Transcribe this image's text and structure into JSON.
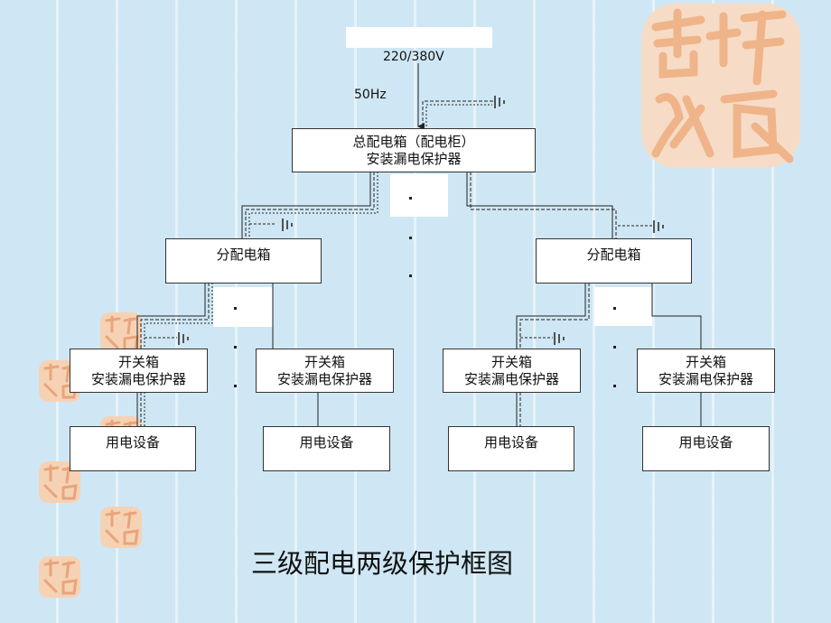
{
  "supply": {
    "voltage": "220/380V",
    "frequency": "50Hz"
  },
  "main_box": {
    "line1": "总配电箱（配电柜）",
    "line2": "安装漏电保护器"
  },
  "distribution_boxes": [
    {
      "label": "分配电箱"
    },
    {
      "label": "分配电箱"
    }
  ],
  "switch_boxes": [
    {
      "line1": "开关箱",
      "line2": "安装漏电保护器"
    },
    {
      "line1": "开关箱",
      "line2": "安装漏电保护器"
    },
    {
      "line1": "开关箱",
      "line2": "安装漏电保护器"
    },
    {
      "line1": "开关箱",
      "line2": "安装漏电保护器"
    }
  ],
  "equipment_boxes": [
    {
      "label": "用电设备"
    },
    {
      "label": "用电设备"
    },
    {
      "label": "用电设备"
    },
    {
      "label": "用电设备"
    }
  ],
  "caption": "三级配电两级保护框图",
  "colors": {
    "background": "#cfe7f4",
    "seal": "#f3c9a6",
    "box_border": "#333333"
  }
}
